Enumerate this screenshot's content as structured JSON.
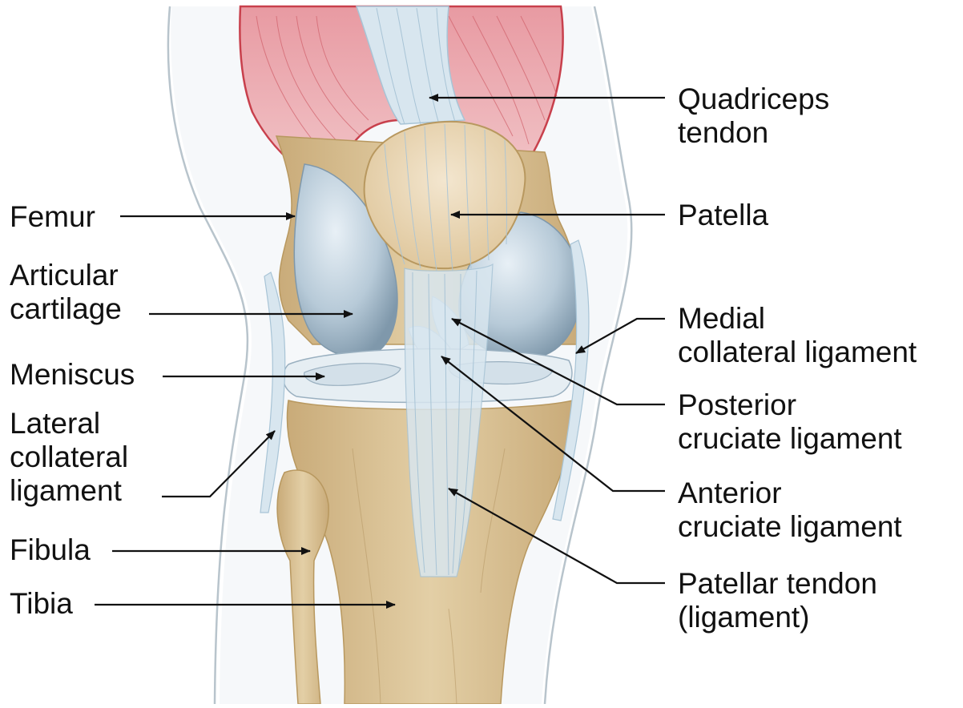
{
  "labels_left": {
    "femur": {
      "lines": [
        "Femur"
      ]
    },
    "articular_cartilage": {
      "lines": [
        "Articular",
        "cartilage"
      ]
    },
    "meniscus": {
      "lines": [
        "Meniscus"
      ]
    },
    "lateral_collateral_ligament": {
      "lines": [
        "Lateral",
        "collateral",
        "ligament"
      ]
    },
    "fibula": {
      "lines": [
        "Fibula"
      ]
    },
    "tibia": {
      "lines": [
        "Tibia"
      ]
    }
  },
  "labels_right": {
    "quadriceps_tendon": {
      "lines": [
        "Quadriceps",
        "tendon"
      ]
    },
    "patella": {
      "lines": [
        "Patella"
      ]
    },
    "medial_collateral_ligament": {
      "lines": [
        "Medial",
        "collateral ligament"
      ]
    },
    "posterior_cruciate_ligament": {
      "lines": [
        "Posterior",
        "cruciate ligament"
      ]
    },
    "anterior_cruciate_ligament": {
      "lines": [
        "Anterior",
        "cruciate ligament"
      ]
    },
    "patellar_tendon": {
      "lines": [
        "Patellar tendon",
        "(ligament)"
      ]
    }
  },
  "colors": {
    "bone": "#dcc8a0",
    "bone_dark": "#c4a878",
    "cartilage": "#b8ccd8",
    "ligament": "#d8e6ef",
    "ligament_line": "#a8c4d6",
    "muscle": "#e8a8ae",
    "muscle_edge": "#c8404c",
    "skin_outline": "#b8c4cc",
    "arrow": "#111111"
  }
}
